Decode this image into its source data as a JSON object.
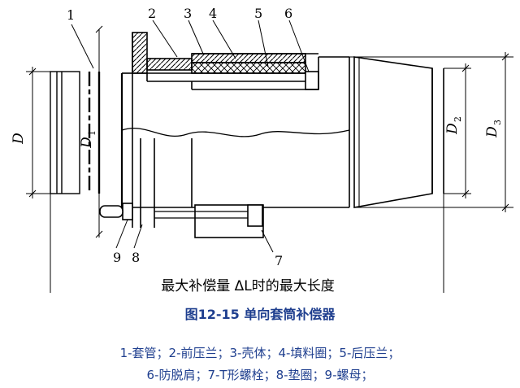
{
  "diagram": {
    "part_numbers": [
      "1",
      "2",
      "3",
      "4",
      "5",
      "6",
      "7",
      "8",
      "9"
    ],
    "dimension_labels": {
      "d": "D",
      "d1": "D",
      "d1_sub": "1",
      "d2": "D",
      "d2_sub": "2",
      "d3": "D",
      "d3_sub": "3"
    },
    "bottom_dimension_label": "最大补偿量 ΔL时的最大长度"
  },
  "caption": {
    "title": "图12-15  单向套筒补偿器",
    "legend_line1": "1-套管；2-前压兰；3-壳体；4-填料圈；5-后压兰；",
    "legend_line2": "6-防脱肩；7-T形螺栓；8-垫圈；9-螺母；"
  },
  "colors": {
    "drawing": "#000000",
    "caption_text": "#1f3f8f"
  }
}
